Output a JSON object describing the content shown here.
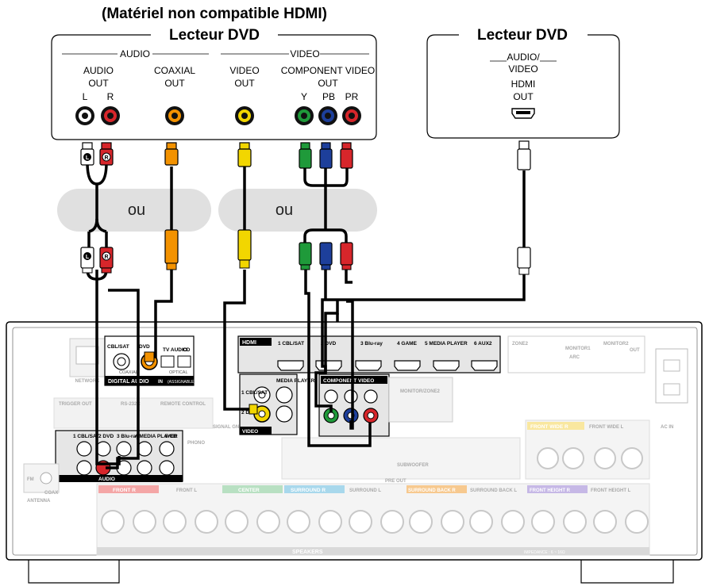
{
  "header": {
    "left_note": "(Matériel non compatible HDMI)",
    "left_title": "Lecteur DVD",
    "right_title": "Lecteur DVD"
  },
  "dvd_left": {
    "audio_group": "AUDIO",
    "video_group": "VIDEO",
    "audio_out_1": "AUDIO",
    "audio_out_2": "OUT",
    "lr_left": "L",
    "lr_right": "R",
    "coaxial_1": "COAXIAL",
    "coaxial_2": "OUT",
    "video_out_1": "VIDEO",
    "video_out_2": "OUT",
    "component_1": "COMPONENT VIDEO",
    "component_2": "OUT",
    "y": "Y",
    "pb": "PB",
    "pr": "PR"
  },
  "dvd_right": {
    "av_1": "AUDIO/",
    "av_2": "VIDEO",
    "hdmi_1": "HDMI",
    "hdmi_2": "OUT"
  },
  "or_label": "ou",
  "receiver": {
    "network": "NETWORK",
    "digital_audio": "DIGITAL AUDIO",
    "in_label": "IN",
    "assignable": "(ASSIGNABLE)",
    "coaxial": "COAXIAL",
    "optical": "OPTICAL",
    "cbl_sat": "CBL/SAT",
    "dvd": "DVD",
    "tv_audio": "TV AUDIO",
    "cd": "CD",
    "hdmi": "HDMI",
    "hdmi_inputs": [
      "1 CBL/SAT",
      "2 DVD",
      "3 Blu-ray",
      "4 GAME",
      "5 MEDIA PLAYER",
      "6 AUX2"
    ],
    "zone2": "ZONE2",
    "monitor1": "MONITOR1",
    "arc": "ARC",
    "monitor2": "MONITOR2",
    "out": "OUT",
    "trigger_out": "TRIGGER OUT",
    "rs232c": "RS-232C",
    "remote_control": "REMOTE CONTROL",
    "signal_gnd": "SIGNAL GND",
    "video": "VIDEO",
    "component_video": "COMPONENT VIDEO",
    "monitor_zone2": "MONITOR/ZONE2",
    "audio": "AUDIO",
    "audio_inputs": [
      "1 CBL/SAT",
      "2 DVD",
      "3 Blu-ray",
      "4 MEDIA PLAYER",
      "5 CD"
    ],
    "phono": "PHONO",
    "pre_out": "PRE OUT",
    "subwoofer": "SUBWOOFER",
    "fm": "FM",
    "coax": "COAX",
    "antenna": "ANTENNA",
    "ac_in": "AC IN",
    "speakers": "SPEAKERS",
    "impedance": "IMPEDANCE : 6 ~ 16Ω",
    "speaker_labels": [
      "FRONT R",
      "FRONT L",
      "CENTER",
      "SURROUND R",
      "SURROUND L",
      "SURROUND BACK R",
      "SURROUND BACK L",
      "FRONT HEIGHT R",
      "FRONT HEIGHT L"
    ],
    "front_wide_r": "FRONT WIDE R",
    "front_wide_l": "FRONT WIDE L",
    "media_player": "MEDIA PLAYER",
    "comp_in_labels": [
      "1 CBL/SAT",
      "2 DVD"
    ]
  },
  "colors": {
    "white_plug": "#ffffff",
    "red_plug": "#d7262b",
    "orange_plug": "#f39200",
    "yellow_plug": "#f2d600",
    "green_plug": "#1f9a3a",
    "blue_plug": "#1d3f9b",
    "grey_panel": "#e6e6e6",
    "cable": "#000000"
  }
}
